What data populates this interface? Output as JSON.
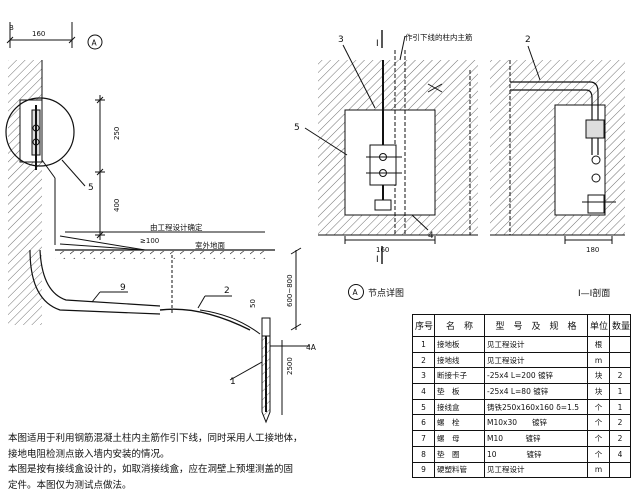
{
  "dimensions": {
    "top_width": "160",
    "upper_height": "250",
    "lower_height": "400",
    "depth_range": "600~800",
    "pipe_offset": "50",
    "rod_length": "2500",
    "node_width_1": "160",
    "node_width_2": "180",
    "slope_mark": "≥100",
    "b_mark": "B"
  },
  "labels": {
    "circle_a": "A",
    "callout_5_left": "5",
    "callout_9": "9",
    "callout_2_left": "2",
    "callout_1_left": "1",
    "callout_4a": "4A",
    "design_note": "由工程设计确定",
    "ground_label": "室外地面",
    "callout_3": "3",
    "section_mark": "I",
    "column_rebar_note": "作引下线的柱内主筋",
    "callout_2_right": "2",
    "callout_5_node": "5",
    "callout_4_node": "4",
    "section_mark_bottom": "I",
    "detail_title": "节点详图",
    "section_title": "I—I剖面",
    "detail_circle": "A"
  },
  "table": {
    "headers": [
      "序号",
      "名　称",
      "型　号　及　规　格",
      "单位",
      "数量"
    ],
    "rows": [
      [
        "1",
        "接地板",
        "见工程设计",
        "根",
        ""
      ],
      [
        "2",
        "接地线",
        "见工程设计",
        "m",
        ""
      ],
      [
        "3",
        "断接卡子",
        "-25x4  L=200  镀锌",
        "块",
        "2"
      ],
      [
        "4",
        "垫　板",
        "-25x4  L=80  镀锌",
        "块",
        "1"
      ],
      [
        "5",
        "接线盒",
        "铸铁250x160x160  δ=1.5",
        "个",
        "1"
      ],
      [
        "6",
        "螺　栓",
        "M10x30　　镀锌",
        "个",
        "2"
      ],
      [
        "7",
        "螺　母",
        "M10　　　镀锌",
        "个",
        "2"
      ],
      [
        "8",
        "垫　圈",
        "10　　　　镀锌",
        "个",
        "4"
      ],
      [
        "9",
        "硬塑料管",
        "见工程设计",
        "m",
        ""
      ]
    ]
  },
  "notes": [
    "本图适用于利用钢筋混凝土柱内主筋作引下线，同时采用人工接地体，",
    "接地电阻检测点嵌入墙内安装的情况。",
    "本图是按有接线盒设计的，如取消接线盒，应在洞壁上预埋测盖的固",
    "定件。本图仅为测试点做法。"
  ]
}
